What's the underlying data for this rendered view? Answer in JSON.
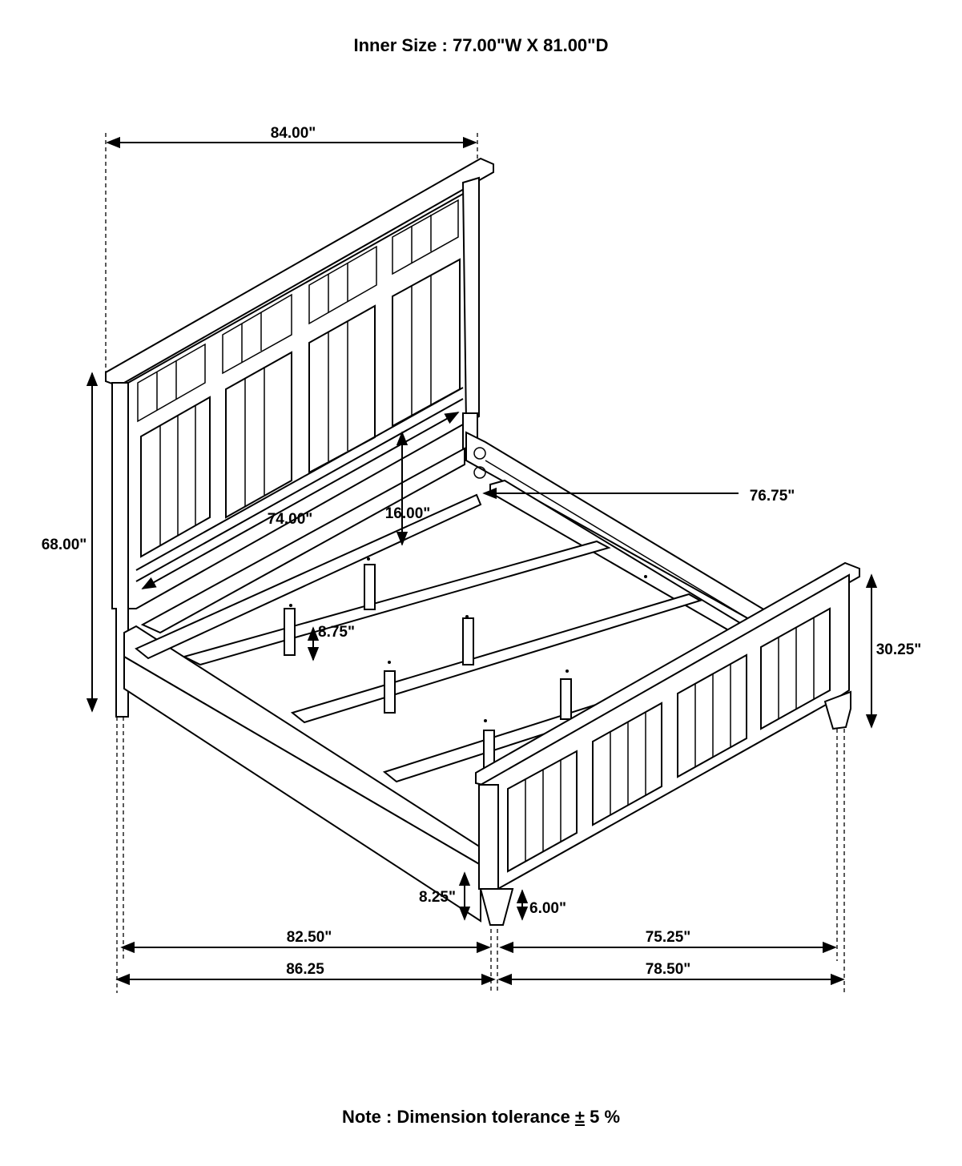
{
  "header": {
    "inner_size": "Inner Size : 77.00\"W X 81.00\"D"
  },
  "footer": {
    "note_prefix": "Note : Dimension tolerance ",
    "note_pm": "±",
    "note_suffix": " 5 %"
  },
  "dimensions": {
    "headboard_width": "84.00\"",
    "headboard_height": "68.00\"",
    "inner_width_74": "74.00\"",
    "rail_height_16": "16.00\"",
    "side_rail_76_75": "76.75\"",
    "slat_leg_8_75": "8.75\"",
    "footboard_height": "30.25\"",
    "rail_clearance_8_25": "8.25\"",
    "foot_leg_6": "6.00\"",
    "length_82_50": "82.50\"",
    "length_86_25": "86.25",
    "width_75_25": "75.25\"",
    "width_78_50": "78.50\""
  },
  "colors": {
    "line": "#000000",
    "background": "#ffffff"
  }
}
